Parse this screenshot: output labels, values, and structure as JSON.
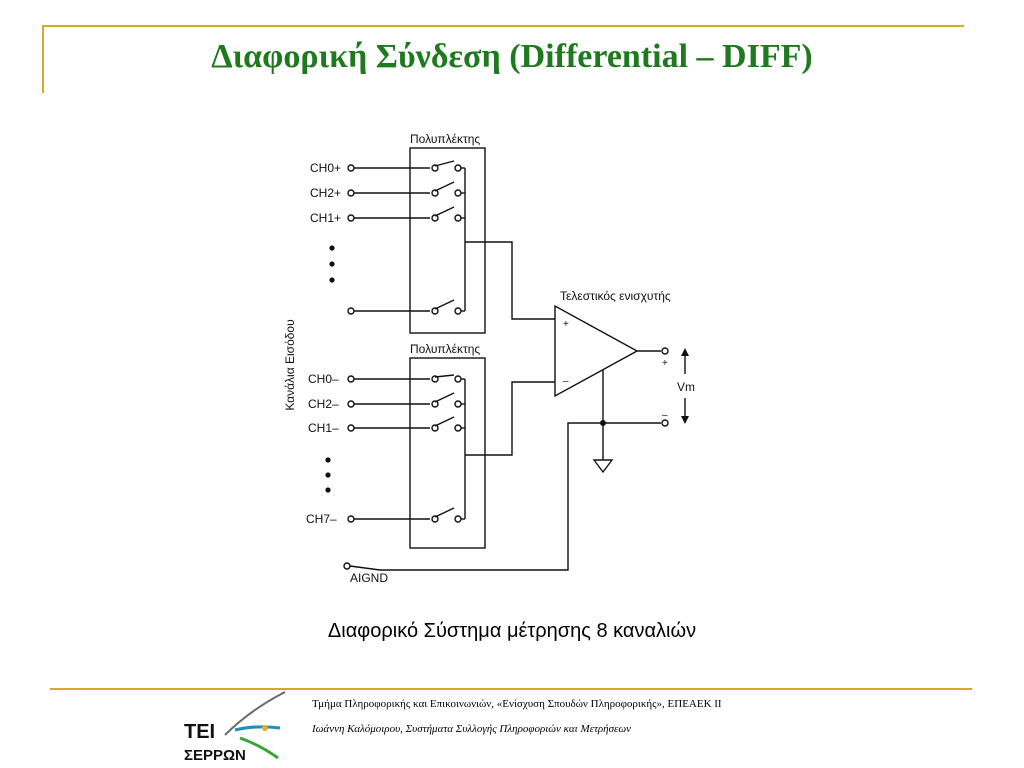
{
  "slide": {
    "title": "Διαφορική Σύνδεση (Differential – DIFF)",
    "caption": "Διαφορικό Σύστημα μέτρησης 8 καναλιών"
  },
  "diagram": {
    "mux_top_label": "Πολυπλέκτης",
    "mux_bottom_label": "Πολυπλέκτης",
    "amp_label": "Τελεστικός ενισχυτής",
    "side_label": "Κανάλια Εισόδου",
    "top_channels": [
      "CH0+",
      "CH2+",
      "CH1+"
    ],
    "bottom_channels": [
      "CH0–",
      "CH2–",
      "CH1–"
    ],
    "bottom_last_channel": "CH7–",
    "aignd_label": "AIGND",
    "vm_label": "Vm",
    "plus_sign": "+",
    "minus_sign": "–",
    "amp_plus": "+",
    "amp_minus": "–"
  },
  "footer": {
    "line1": "Τμήμα Πληροφορικής και Επικοινωνιών, «Ενίσχυση Σπουδών Πληροφορικής», ΕΠΕΑΕΚ ΙΙ",
    "line2": "Ιωάννη Καλόμοιρου, Συστήματα Συλλογής Πληροφοριών και Μετρήσεων",
    "logo_top": "ΤΕΙ",
    "logo_bottom": "ΣΕΡΡΩΝ"
  }
}
